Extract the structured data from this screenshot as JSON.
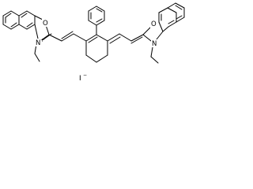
{
  "molecule": {
    "labels": {
      "oxygen_left": "O",
      "nitrogen_left": "N",
      "charge_left": "+",
      "oxygen_right": "O",
      "nitrogen_right": "N",
      "counterion": "I"
    },
    "counterion_charge": "−"
  }
}
